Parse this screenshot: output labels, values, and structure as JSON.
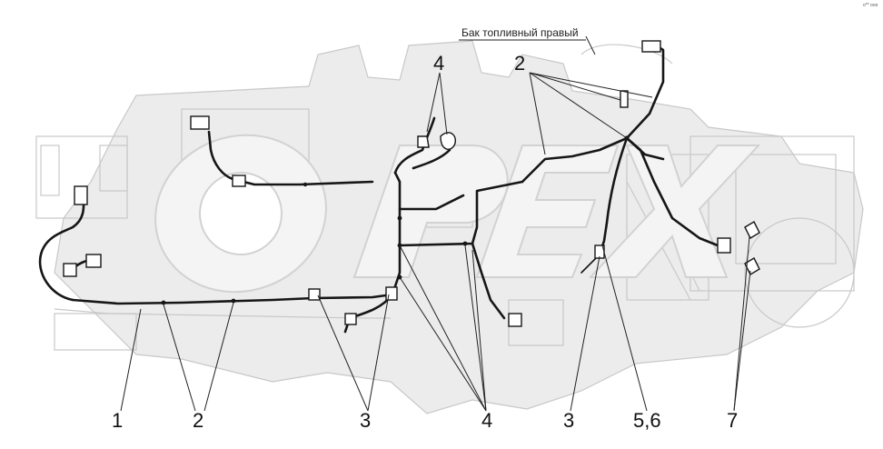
{
  "annotation": {
    "tank_label": "Бак топливный правый"
  },
  "callouts": {
    "c1": "1",
    "c2_bottom": "2",
    "c3_left": "3",
    "c4_bottom": "4",
    "c3_right": "3",
    "c56": "5,6",
    "c7": "7",
    "c4_top": "4",
    "c2_top": "2"
  },
  "watermark": {
    "text": "OPEX"
  },
  "corner_mark": {
    "text": "o** ooo"
  }
}
